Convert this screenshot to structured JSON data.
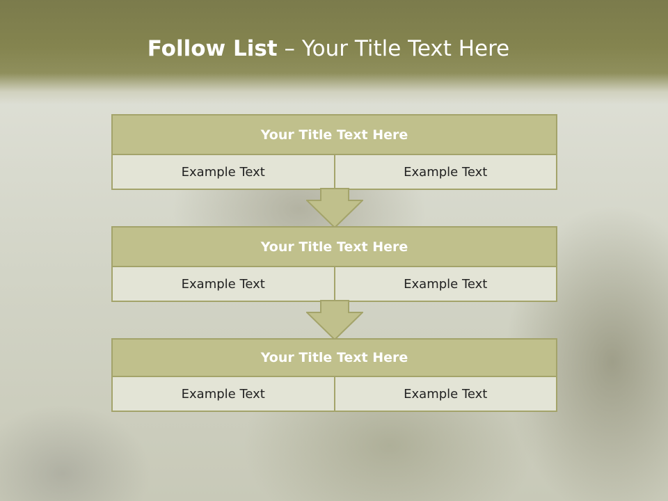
{
  "slide": {
    "title_bold": "Follow List",
    "title_sep": " – ",
    "title_rest": "Your Title Text Here"
  },
  "steps": [
    {
      "title": "Your Title Text Here",
      "left": "Example Text",
      "right": "Example Text"
    },
    {
      "title": "Your Title Text Here",
      "left": "Example Text",
      "right": "Example Text"
    },
    {
      "title": "Your Title Text Here",
      "left": "Example Text",
      "right": "Example Text"
    }
  ],
  "colors": {
    "header": "#84844f",
    "box_title_fill": "#c0c08c",
    "box_border": "#a3a36a",
    "cell_fill": "#e3e4d6",
    "arrow_fill": "#c0c08c"
  },
  "icons": [
    "down-arrow-icon"
  ]
}
